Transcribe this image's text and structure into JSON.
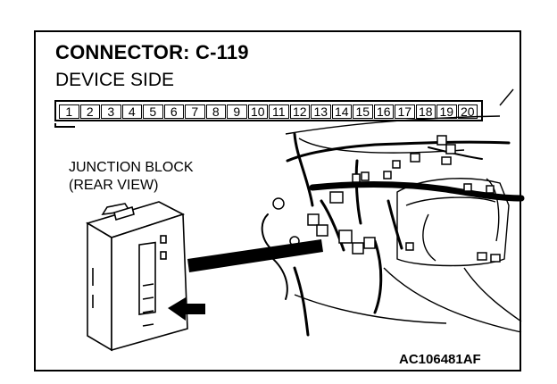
{
  "diagram": {
    "title": "CONNECTOR: C-119",
    "subtitle": "DEVICE SIDE",
    "pins": [
      "1",
      "2",
      "3",
      "4",
      "5",
      "6",
      "7",
      "8",
      "9",
      "10",
      "11",
      "12",
      "13",
      "14",
      "15",
      "16",
      "17",
      "18",
      "19",
      "20"
    ],
    "component_label_line1": "JUNCTION BLOCK",
    "component_label_line2": "(REAR VIEW)",
    "figure_code": "AC106481AF"
  }
}
